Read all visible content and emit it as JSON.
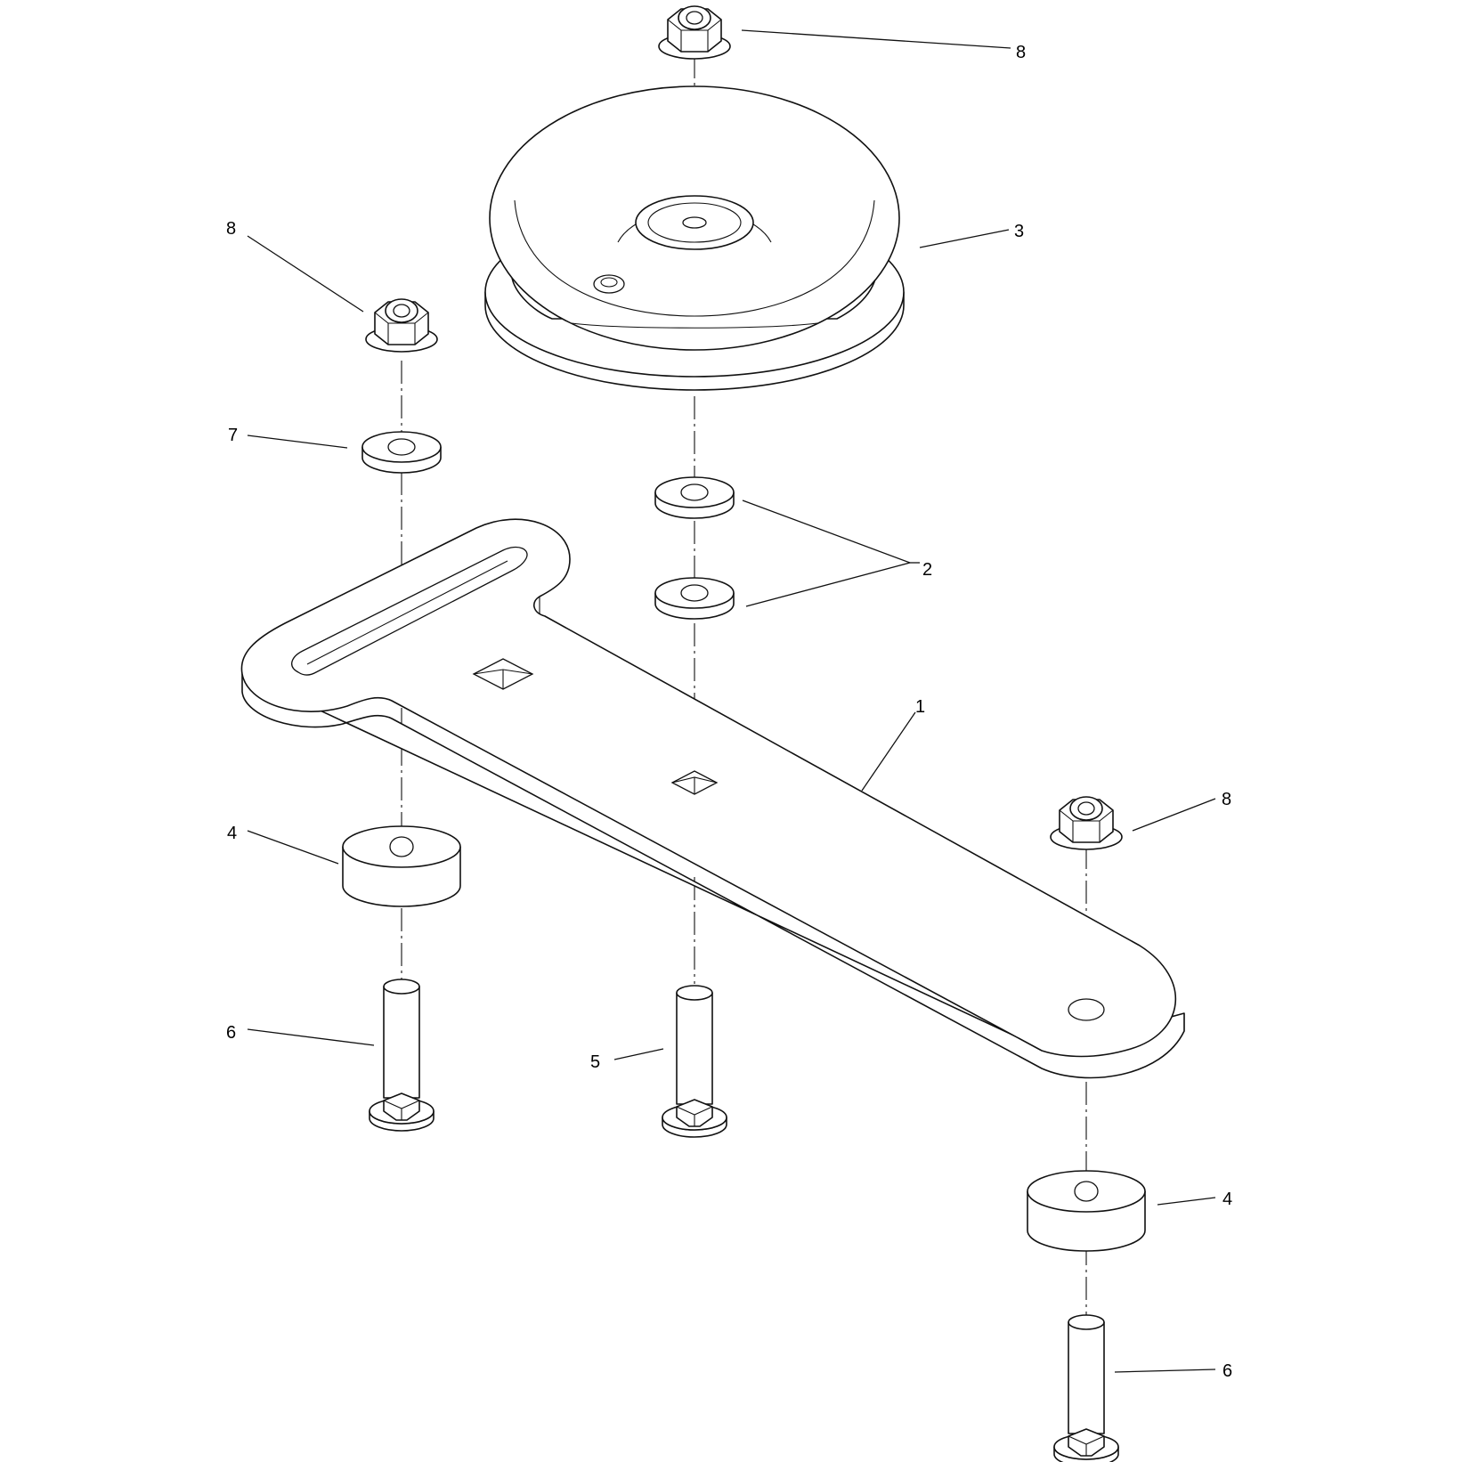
{
  "diagram": {
    "type": "exploded-parts-view",
    "callouts": [
      {
        "id": "c1",
        "label": "1",
        "part": "idler-arm"
      },
      {
        "id": "c2",
        "label": "2",
        "part": "washers"
      },
      {
        "id": "c3",
        "label": "3",
        "part": "idler-pulley"
      },
      {
        "id": "c4a",
        "label": "4",
        "part": "spacer-left"
      },
      {
        "id": "c4b",
        "label": "4",
        "part": "spacer-right"
      },
      {
        "id": "c5",
        "label": "5",
        "part": "carriage-bolt-center"
      },
      {
        "id": "c6a",
        "label": "6",
        "part": "carriage-bolt-left"
      },
      {
        "id": "c6b",
        "label": "6",
        "part": "carriage-bolt-right"
      },
      {
        "id": "c7",
        "label": "7",
        "part": "washer-left"
      },
      {
        "id": "c8a",
        "label": "8",
        "part": "flange-nut-top"
      },
      {
        "id": "c8b",
        "label": "8",
        "part": "flange-nut-left"
      },
      {
        "id": "c8c",
        "label": "8",
        "part": "flange-nut-right"
      }
    ]
  }
}
